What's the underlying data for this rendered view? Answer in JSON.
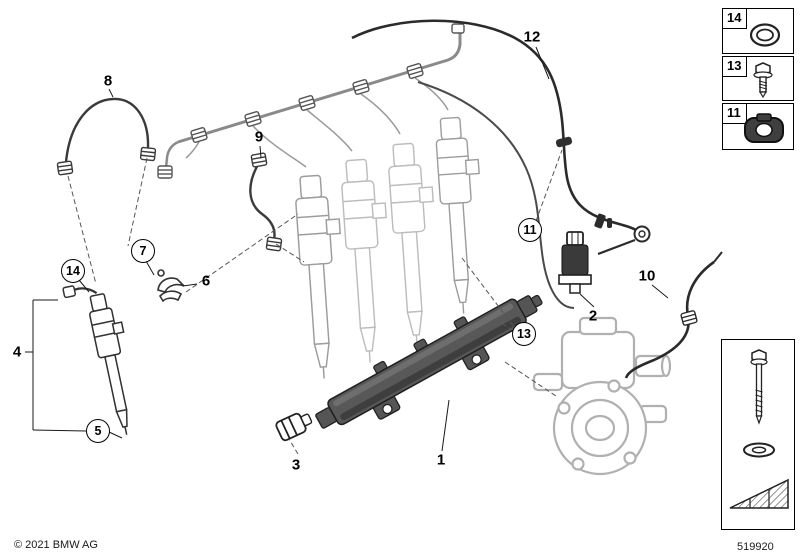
{
  "page": {
    "copyright": "© 2021 BMW AG",
    "doc_number": "519920",
    "background": "#ffffff"
  },
  "colors": {
    "line_dark": "#2b2b2b",
    "line_light": "#b3b3b3",
    "callout_border": "#000000"
  },
  "callouts": {
    "main": {
      "c1": "1",
      "c2": "2",
      "c3": "3",
      "c4": "4",
      "c5": "5",
      "c6": "6",
      "c7": "7",
      "c8": "8",
      "c9": "9",
      "c10": "10",
      "c11": "11",
      "c12": "12",
      "c13": "13",
      "c14": "14"
    },
    "insets": {
      "oring_label": "14",
      "screw_label": "13",
      "grommet_label": "11"
    }
  },
  "drawing_icons": {
    "main": [
      "injection-pipe-icon",
      "leak-off-rail-icon",
      "fuel-return-line-icon",
      "injector-icon",
      "fuel-rail-icon",
      "high-pressure-pump-icon",
      "pressure-regulator-icon",
      "rail-plug-icon",
      "injector-clamp-icon",
      "fuel-feed-line-icon",
      "banjo-fitting-icon"
    ],
    "insets": [
      "o-ring-icon",
      "screw-icon",
      "grommet-icon",
      "mounting-bolt-icon",
      "seal-washer-icon",
      "sealant-wedge-icon"
    ]
  }
}
